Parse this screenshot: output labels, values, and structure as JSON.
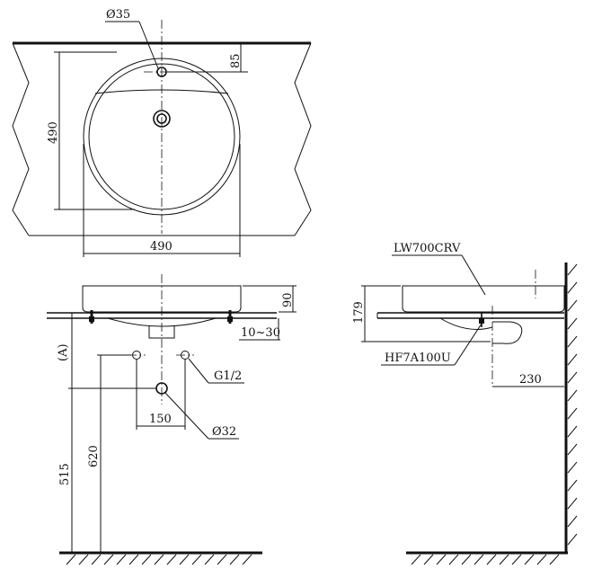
{
  "top_view": {
    "label_hole_diameter": "Ø35",
    "dim_hole_offset": "85",
    "dim_depth": "490",
    "dim_width": "490"
  },
  "front_view": {
    "dim_bowl_height": "90",
    "dim_counter_range": "10~30",
    "dim_a": "(A)",
    "label_supply": "G1/2",
    "dim_supply_spacing": "150",
    "label_drain_diameter": "Ø32",
    "dim_drain_height": "515",
    "dim_supply_height": "620"
  },
  "side_view": {
    "model_basin": "LW700CRV",
    "model_waste": "HF7A100U",
    "dim_height": "179",
    "dim_wall_distance": "230"
  }
}
